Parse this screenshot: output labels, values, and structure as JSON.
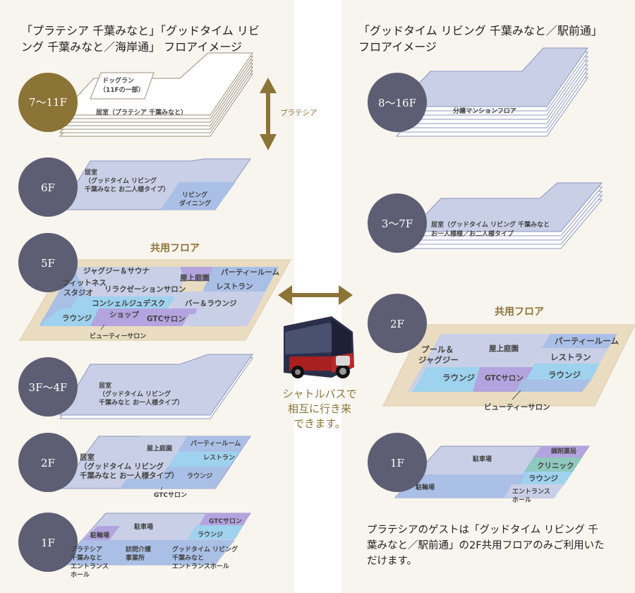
{
  "left": {
    "heading": "「プラテシア 千葉みなと」「グッドタイム リビ\nング 千葉みなと／海岸通」 フロアイメージ",
    "floors": {
      "f7_11": {
        "label": "7〜11F",
        "dogrun": "ドッグラン",
        "dogrun_note": "（11Fの一部）",
        "room": "居室（プラテシア 千葉みなと）"
      },
      "f6": {
        "label": "6F",
        "room_lines": [
          "居室",
          "（グッドタイム リビング",
          "千葉みなと お二人様タイプ）"
        ],
        "living_lines": [
          "リビング",
          "ダイニング"
        ]
      },
      "f5": {
        "label": "5F",
        "title": "共用フロア",
        "jacuzzi": "ジャグジー＆サウナ",
        "fitness_lines": [
          "フィットネス",
          "スタジオ"
        ],
        "relax": "リラクゼーションサロン",
        "rooftop": "屋上庭園",
        "party": "パーティールーム",
        "restaurant": "レストラン",
        "concierge": "コンシェルジュデスク",
        "bar": "バー＆ラウンジ",
        "lounge": "ラウンジ",
        "shop": "ショップ",
        "gtc": "GTCサロン",
        "beauty": "ビューティーサロン"
      },
      "f3_4": {
        "label": "3F〜4F",
        "room_lines": [
          "居室",
          "（グッドタイム リビング",
          "千葉みなと お一人様タイプ）"
        ]
      },
      "f2": {
        "label": "2F",
        "room_lines": [
          "居室",
          "（グッドタイム リビング",
          "千葉みなと お一人様タイプ）"
        ],
        "rooftop": "屋上庭園",
        "party": "パーティールーム",
        "restaurant": "レストラン",
        "lounge": "ラウンジ",
        "gtc": "GTCサロン"
      },
      "f1": {
        "label": "1F",
        "parking": "駐車場",
        "gtc": "GTCサロン",
        "bike": "駐輪場",
        "lounge": "ラウンジ",
        "platesia_lines": [
          "プラテシア",
          "千葉みなと",
          "エントランス",
          "ホール"
        ],
        "care_lines": [
          "訪問介護",
          "事業所"
        ],
        "gtl_lines": [
          "グッドタイム リビング",
          "千葉みなと",
          "エントランスホール"
        ]
      }
    },
    "platesia_arrow_label": "プラテシア"
  },
  "right": {
    "heading": "「グッドタイム リビング 千葉みなと／駅前通」\nフロアイメージ",
    "floors": {
      "f8_16": {
        "label": "8〜16F",
        "text": "分譲マンションフロア"
      },
      "f3_7": {
        "label": "3〜7F",
        "room_lines": [
          "居室（グッドタイム リビング 千葉みなと",
          "お一人様様／お二人様タイプ"
        ]
      },
      "f2": {
        "label": "2F",
        "title": "共用フロア",
        "pool_lines": [
          "プール＆",
          "ジャグジー"
        ],
        "rooftop": "屋上庭園",
        "party": "パーティールーム",
        "restaurant": "レストラン",
        "lounge_left": "ラウンジ",
        "gtc": "GTCサロン",
        "lounge_right": "ラウンジ",
        "beauty": "ビューティーサロン"
      },
      "f1": {
        "label": "1F",
        "parking": "駐車場",
        "pharmacy": "調剤薬局",
        "clinic": "クリニック",
        "lounge": "ラウンジ",
        "bike": "駐輪場",
        "entrance_lines": [
          "エントランス",
          "ホール"
        ]
      }
    }
  },
  "shuttle_text": "シャトルバスで\n相互に行き来\nできます。",
  "note": "プラテシアのゲストは「グッドタイム リビング 千葉みなと／駅前通」の2F共用フロアのみご利用いただけます。",
  "colors": {
    "panel_bg": "#f8f4ee",
    "circle_gray": "#5d5e73",
    "circle_gold": "#8c7336",
    "floor_fill": "#c8cfe6",
    "floor_stroke": "#8e97c2",
    "zone_blue": "#a9bfe6",
    "zone_sky": "#9ed2ee",
    "zone_purple": "#b3a3de",
    "zone_green": "#8fc8bd",
    "common_base": "#e9dcc0",
    "gold": "#8c7336"
  }
}
